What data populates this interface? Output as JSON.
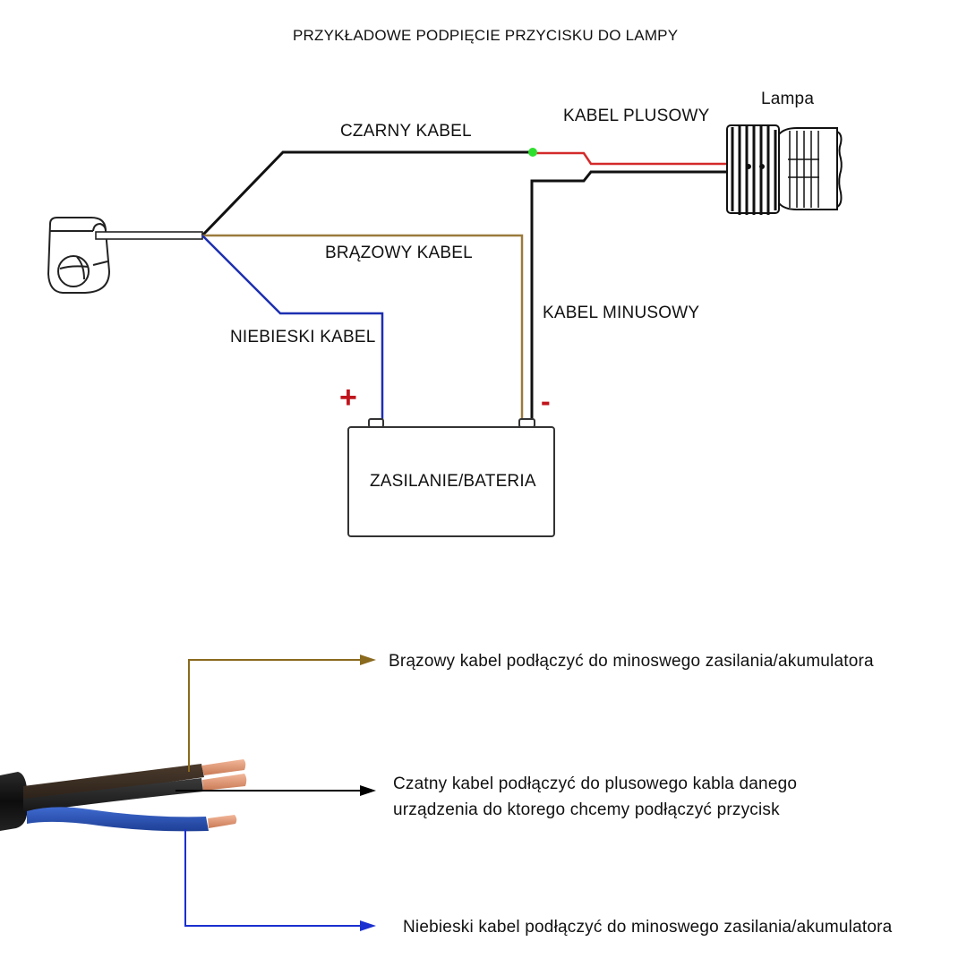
{
  "title": "PRZYKŁADOWE PODPIĘCIE PRZYCISKU DO LAMPY",
  "top_diagram": {
    "lamp_label": "Lampa",
    "labels": {
      "black_wire": "CZARNY KABEL",
      "positive_wire": "KABEL PLUSOWY",
      "brown_wire": "BRĄZOWY KABEL",
      "negative_wire": "KABEL MINUSOWY",
      "blue_wire": "NIEBIESKI KABEL"
    },
    "battery": {
      "label": "ZASILANIE/BATERIA",
      "plus_sign": "+",
      "minus_sign": "-"
    },
    "icons": [
      "handlebar-switch-icon",
      "lamp-icon",
      "junction-dot-icon",
      "battery-icon"
    ]
  },
  "bottom_diagram": {
    "icons": [
      "three-core-cable-icon"
    ],
    "notes": [
      {
        "wire": "brown",
        "text": "Brązowy kabel podłączyć do minoswego  zasilania/akumulatora"
      },
      {
        "wire": "black",
        "lines": [
          "Czatny kabel podłączyć do plusowego kabla danego",
          "urządzenia do ktorego chcemy podłączyć przycisk"
        ]
      },
      {
        "wire": "blue",
        "text": "Niebieski  kabel podłączyć do minoswego zasilania/akumulatora"
      }
    ]
  },
  "colors": {
    "black_wire": "#111111",
    "brown_wire": "#9a7a3c",
    "blue_wire": "#1c2fb0",
    "red_wire": "#d42a2a",
    "junction": "#2ee02e",
    "sign_red": "#c0141c",
    "arrow_brown": "#8a6a1e",
    "arrow_black": "#000000",
    "arrow_blue": "#1a2fd0"
  }
}
